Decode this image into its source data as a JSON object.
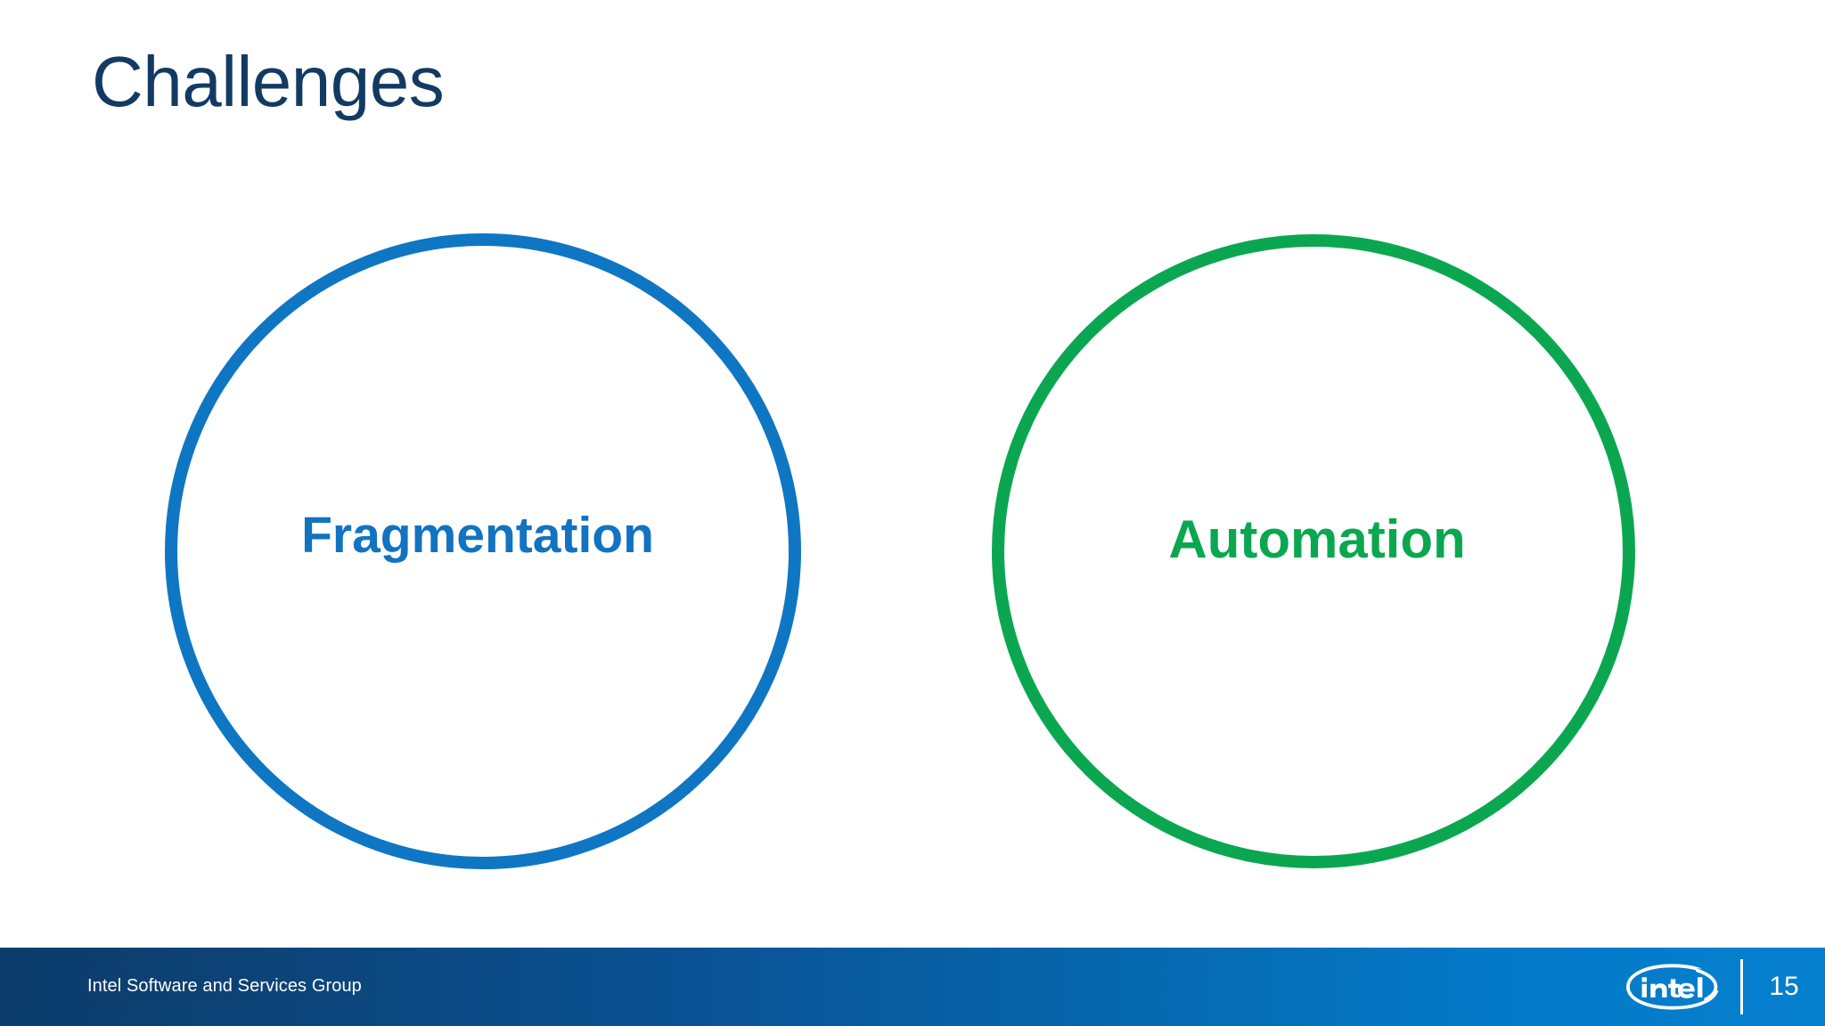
{
  "slide": {
    "title": "Challenges",
    "title_color": "#123A63",
    "background_color": "#FFFFFF"
  },
  "diagram": {
    "type": "two-circles",
    "nodes": [
      {
        "id": "fragmentation",
        "label": "Fragmentation",
        "shape": "circle",
        "stroke_color": "#0F76C3",
        "text_color": "#1273C0"
      },
      {
        "id": "automation",
        "label": "Automation",
        "shape": "circle",
        "stroke_color": "#0BA750",
        "text_color": "#0BA750"
      }
    ]
  },
  "footer": {
    "org": "Intel Software and Services Group",
    "logo_wordmark": "intel",
    "page_number": "15",
    "gradient_from": "#0B3C6B",
    "gradient_to": "#0580CE",
    "text_color": "#FFFFFF"
  }
}
